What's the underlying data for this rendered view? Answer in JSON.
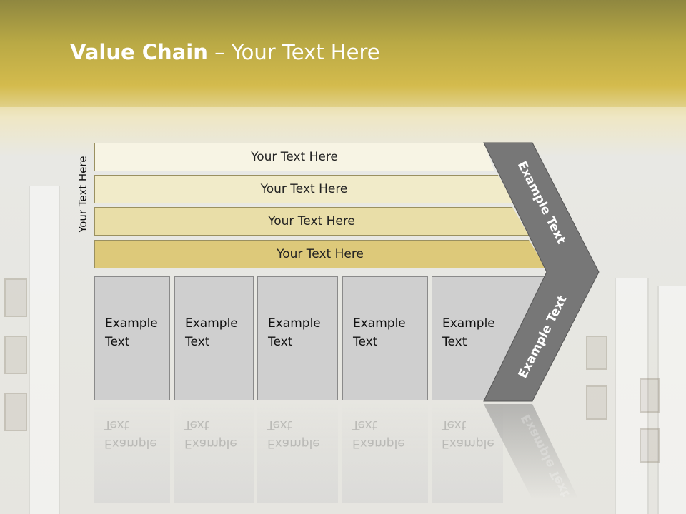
{
  "slide": {
    "title_bold": "Value Chain",
    "title_rest": " – Your Text Here",
    "side_label": "Your Text Here",
    "stripes": [
      "Your Text Here",
      "Your Text Here",
      "Your Text Here",
      "Your Text Here"
    ],
    "boxes": [
      {
        "line1": "Example",
        "line2": "Text"
      },
      {
        "line1": "Example",
        "line2": "Text"
      },
      {
        "line1": "Example",
        "line2": "Text"
      },
      {
        "line1": "Example",
        "line2": "Text"
      },
      {
        "line1": "Example",
        "line2": "Text"
      }
    ],
    "chevron_upper": "Example Text",
    "chevron_lower": "Example Text"
  },
  "colors": {
    "header_gold": "#d4bb4d",
    "stripe_1": "#f7f4e4",
    "stripe_2": "#f1ebc9",
    "stripe_3": "#e9dea8",
    "stripe_4": "#ddc97a",
    "box_fill": "#cfcfcf",
    "chevron_fill": "#777777"
  }
}
